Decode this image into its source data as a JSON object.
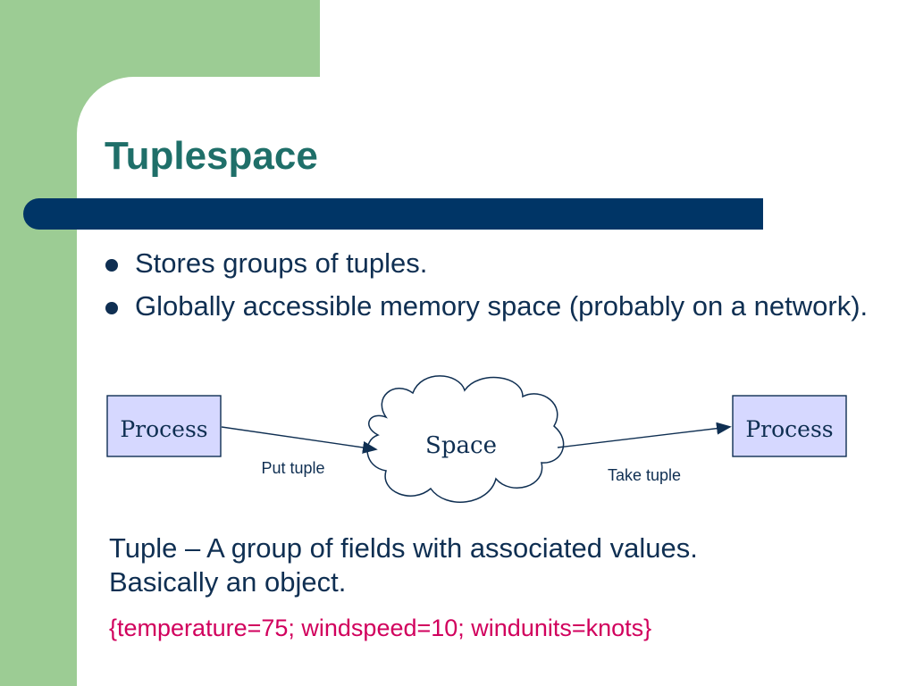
{
  "slide": {
    "title": "Tuplespace",
    "bullets": [
      "Stores groups of tuples.",
      "Globally accessible memory space (probably on a network)."
    ],
    "definition": "Tuple – A group of fields with associated values.  Basically an object.",
    "example": "{temperature=75; windspeed=10; windunits=knots}"
  },
  "diagram": {
    "left_process": "Process",
    "space": "Space",
    "right_process": "Process",
    "put_label": "Put tuple",
    "take_label": "Take tuple"
  },
  "colors": {
    "background_green": "#9ccc94",
    "title_teal": "#1f6f69",
    "bar_navy": "#003566",
    "text_navy": "#0f2f52",
    "process_fill": "#d6d8ff",
    "example_magenta": "#d1005d"
  }
}
